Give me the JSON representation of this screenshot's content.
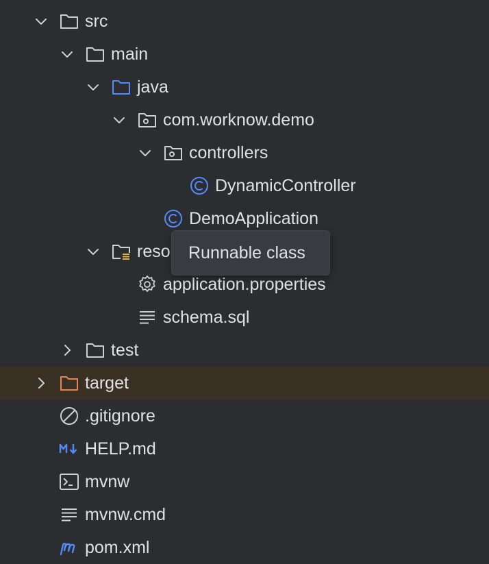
{
  "colors": {
    "background": "#2b2d30",
    "text": "#dfe1e5",
    "folder_icon": "#ced0d6",
    "source_folder_icon": "#548af7",
    "excluded_folder_icon": "#e08855",
    "class_icon": "#548af7",
    "highlight_row": "#3b3024",
    "tooltip_bg": "#393b40"
  },
  "tree": {
    "items": [
      {
        "label": "src",
        "icon": "folder-icon",
        "state": "expanded"
      },
      {
        "label": "main",
        "icon": "folder-icon",
        "state": "expanded"
      },
      {
        "label": "java",
        "icon": "source-folder-icon",
        "state": "expanded"
      },
      {
        "label": "com.worknow.demo",
        "icon": "package-icon",
        "state": "expanded"
      },
      {
        "label": "controllers",
        "icon": "package-icon",
        "state": "expanded"
      },
      {
        "label": "DynamicController",
        "icon": "class-icon"
      },
      {
        "label": "DemoApplication",
        "icon": "class-icon"
      },
      {
        "label": "resources",
        "icon": "resources-folder-icon",
        "state": "expanded"
      },
      {
        "label": "application.properties",
        "icon": "gear-icon"
      },
      {
        "label": "schema.sql",
        "icon": "text-file-icon"
      },
      {
        "label": "test",
        "icon": "folder-icon",
        "state": "collapsed"
      },
      {
        "label": "target",
        "icon": "excluded-folder-icon",
        "state": "collapsed",
        "highlighted": true
      },
      {
        "label": ".gitignore",
        "icon": "ignore-file-icon"
      },
      {
        "label": "HELP.md",
        "icon": "markdown-icon"
      },
      {
        "label": "mvnw",
        "icon": "terminal-icon"
      },
      {
        "label": "mvnw.cmd",
        "icon": "text-file-icon"
      },
      {
        "label": "pom.xml",
        "icon": "maven-icon"
      }
    ]
  },
  "tooltip": {
    "text": "Runnable class"
  }
}
